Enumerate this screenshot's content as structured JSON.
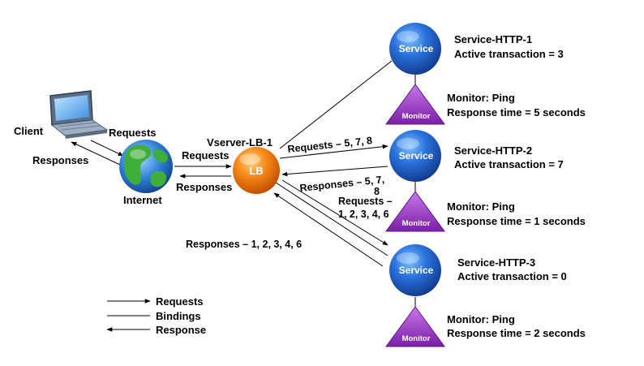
{
  "client": {
    "label": "Client"
  },
  "internet": {
    "label": "Internet"
  },
  "vserver": {
    "title": "Vserver-LB-1",
    "node_label": "LB"
  },
  "flows": {
    "client_requests": "Requests",
    "client_responses": "Responses",
    "internet_requests": "Requests",
    "internet_responses": "Responses",
    "to_s1_requests": "Requests – 5, 7, 8",
    "from_s1_responses_line1": "Responses – 5, 7,",
    "from_s1_responses_line2": "8",
    "to_s2_requests_line1": "Requests –",
    "to_s2_requests_line2": "1, 2, 3, 4, 6",
    "from_s2_responses": "Responses –  1, 2, 3, 4, 6"
  },
  "services": [
    {
      "node_label": "Service",
      "name": "Service-HTTP-1",
      "transaction": "Active transaction = 3",
      "monitor_label": "Monitor",
      "monitor_type": "Monitor: Ping",
      "response_time": "Response time = 5 seconds"
    },
    {
      "node_label": "Service",
      "name": "Service-HTTP-2",
      "transaction": "Active transaction = 7",
      "monitor_label": "Monitor",
      "monitor_type": "Monitor: Ping",
      "response_time": "Response time = 1 seconds"
    },
    {
      "node_label": "Service",
      "name": "Service-HTTP-3",
      "transaction": "Active transaction = 0",
      "monitor_label": "Monitor",
      "monitor_type": "Monitor: Ping",
      "response_time": "Response time = 2 seconds"
    }
  ],
  "legend": {
    "requests": "Requests",
    "bindings": "Bindings",
    "response": "Response"
  },
  "colors": {
    "service_blue": "#1f5fc8",
    "monitor_purple": "#9a2fc4",
    "lb_orange": "#f07a10"
  }
}
